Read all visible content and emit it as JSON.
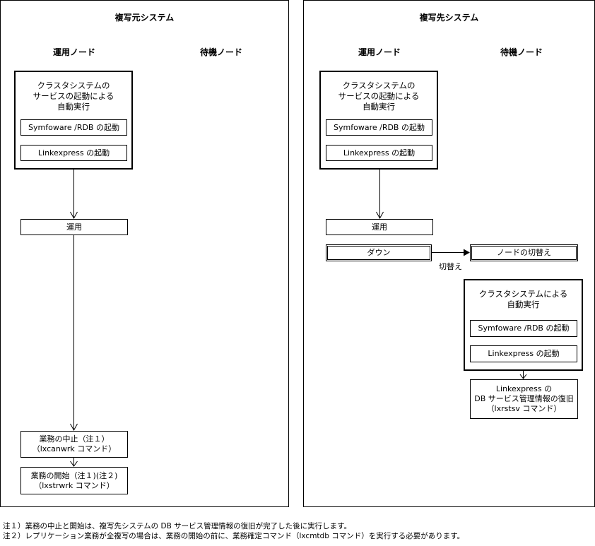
{
  "left": {
    "title": "複写元システム",
    "active_label": "運用ノード",
    "standby_label": "待機ノード",
    "group_title": [
      "クラスタシステムの",
      "サービスの起動による",
      "自動実行"
    ],
    "group_items": [
      "Symfoware /RDB の起動",
      "Linkexpress の起動"
    ],
    "operation": "運用",
    "stop": [
      "業務の中止（注１）",
      "（lxcanwrk コマンド）"
    ],
    "start": [
      "業務の開始（注１)(注２)",
      "（lxstrwrk コマンド）"
    ]
  },
  "right": {
    "title": "複写先システム",
    "active_label": "運用ノード",
    "standby_label": "待機ノード",
    "group_title": [
      "クラスタシステムの",
      "サービスの起動による",
      "自動実行"
    ],
    "group_items": [
      "Symfoware /RDB の起動",
      "Linkexpress の起動"
    ],
    "operation": "運用",
    "down": "ダウン",
    "switch_edge": "切替え",
    "switch_node": "ノードの切替え",
    "group2_title": [
      "クラスタシステムによる",
      "自動実行"
    ],
    "group2_items": [
      "Symfoware /RDB の起動",
      "Linkexpress の起動"
    ],
    "restore": [
      "Linkexpress の",
      "DB サービス管理情報の復旧",
      "（lxrstsv コマンド）"
    ]
  },
  "notes": [
    "注１）業務の中止と開始は、複写先システムの DB サービス管理情報の復旧が完了した後に実行します。",
    "注２）レプリケーション業務が全複写の場合は、業務の開始の前に、業務確定コマンド（lxcmtdb コマンド）を実行する必要があります。"
  ]
}
